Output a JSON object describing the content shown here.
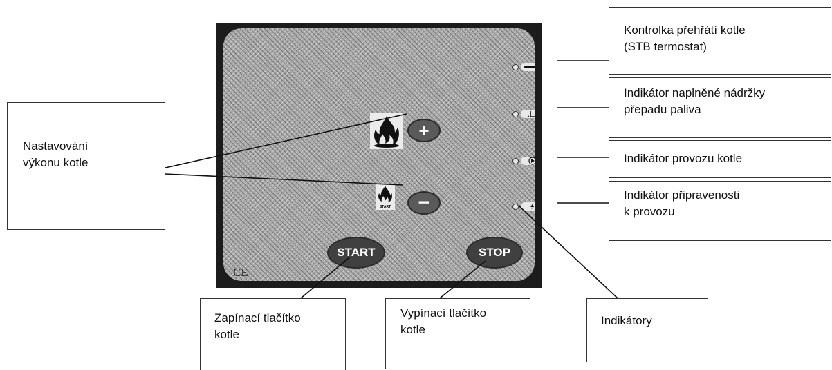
{
  "panel": {
    "plus_symbol": "+",
    "minus_symbol": "−",
    "start_button": "START",
    "stop_button": "STOP",
    "small_flame_caption": "START",
    "ce_mark": "CE",
    "icons": {
      "large_flame": "flame-icon",
      "small_flame": "flame-start-icon",
      "thermometer": "thermometer-icon",
      "tank": "tank-icon",
      "play": "play-icon",
      "lightning": "lightning-icon"
    },
    "colors": {
      "frame": "#1c1c1c",
      "face": "#a9a9a9",
      "button": "#5a5a5a"
    }
  },
  "labels": {
    "overheat": "Kontrolka přehřátí kotle\n(STB termostat)",
    "tank_full": "Indikátor naplněné nádržky\npřepadu paliva",
    "operation": "Indikátor provozu kotle",
    "ready": "Indikátor připravenosti\nk provozu",
    "power_setting": "Nastavování\nvýkonu kotle",
    "start_button": "Zapínací tlačítko\nkotle",
    "stop_button": "Vypínací tlačítko\nkotle",
    "indicators": "Indikátory"
  }
}
